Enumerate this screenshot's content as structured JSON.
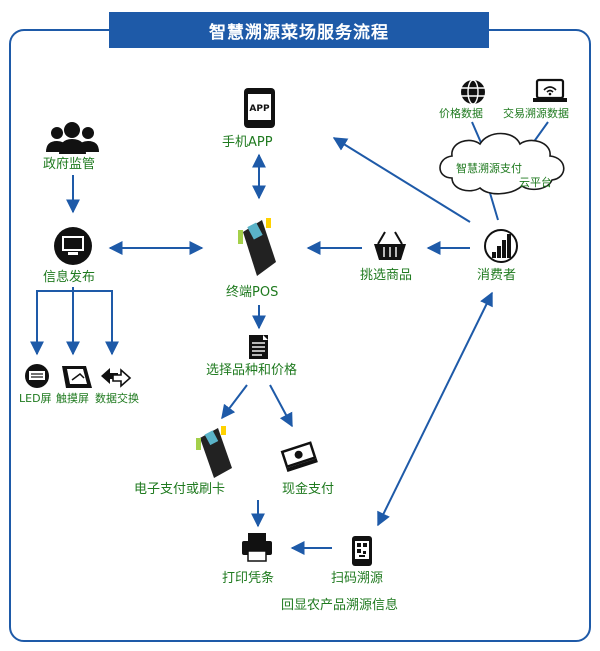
{
  "title": "智慧溯源菜场服务流程",
  "nodes": {
    "app": "手机APP",
    "gov": "政府监管",
    "info": "信息发布",
    "pos": "终端POS",
    "basket": "挑选商品",
    "consumer": "消费者",
    "cloud_line1": "智慧溯源支付",
    "cloud_line2": "云平台",
    "price_data": "价格数据",
    "trade_data": "交易溯源数据",
    "led": "LED屏",
    "touch": "触摸屏",
    "exchange": "数据交换",
    "select": "选择品种和价格",
    "epay": "电子支付或刷卡",
    "cash": "现金支付",
    "print": "打印凭条",
    "scan": "扫码溯源",
    "scan_info": "回显农产品溯源信息"
  },
  "icons": {
    "app": "phone-app-icon",
    "gov": "people-group-icon",
    "info": "monitor-icon",
    "pos": "pos-terminal-icon",
    "basket": "shopping-basket-icon",
    "consumer": "signal-bars-icon",
    "price_data": "globe-icon",
    "trade_data": "laptop-wifi-icon",
    "led": "led-screen-icon",
    "touch": "touch-screen-icon",
    "exchange": "data-exchange-icon",
    "select": "document-icon",
    "cash": "cash-stack-icon",
    "print": "printer-icon",
    "scan": "qr-phone-icon"
  },
  "colors": {
    "frame": "#1e5aa8",
    "arrow": "#1e5aa8",
    "label": "#1f7a1f",
    "title_bg": "#1e5aa8",
    "title_text": "#ffffff"
  }
}
